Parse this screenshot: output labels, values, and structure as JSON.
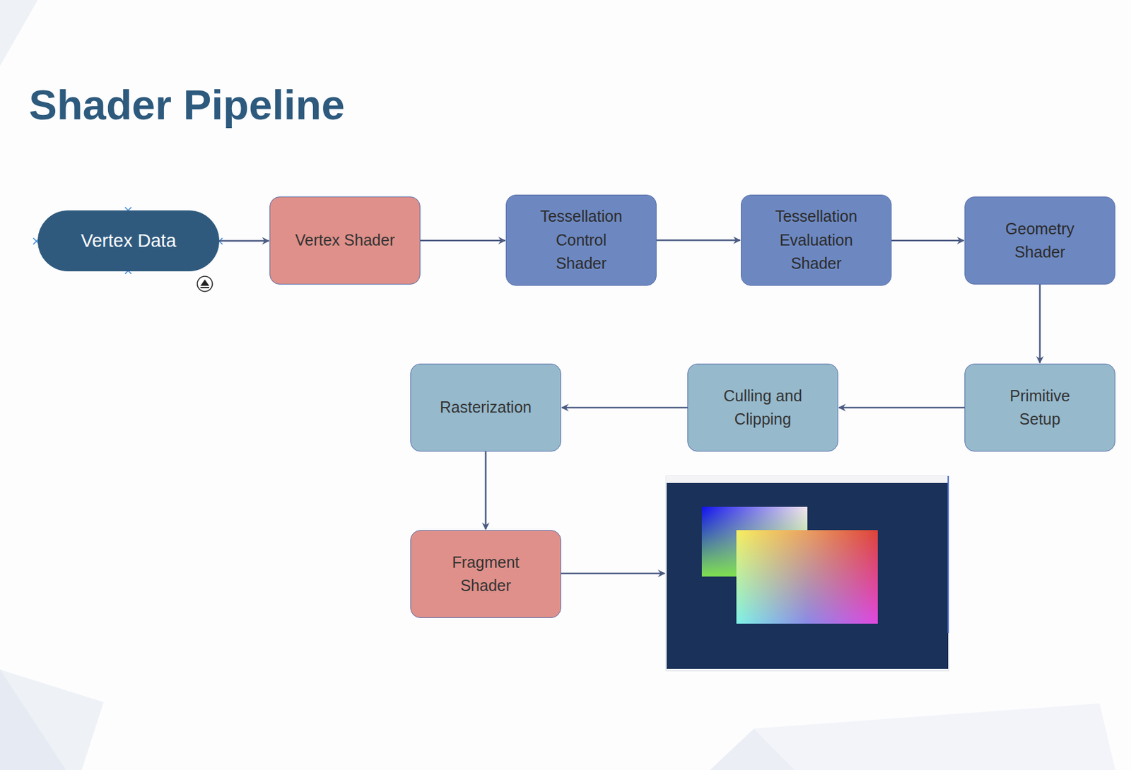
{
  "diagram": {
    "title": "Shader Pipeline",
    "nodes": [
      {
        "text": [
          "Vertex Data"
        ]
      },
      {
        "text": [
          "Vertex Shader"
        ]
      },
      {
        "text": [
          "Tessellation Control Shader"
        ]
      },
      {
        "text": [
          "Tessellation Evaluation Shader"
        ]
      },
      {
        "text": [
          "Geometry Shader"
        ]
      },
      {
        "text": [
          "Primitive Setup"
        ]
      },
      {
        "text": [
          "Culling and Clipping"
        ]
      },
      {
        "text": [
          "Rasterization"
        ]
      },
      {
        "text": [
          "Fragment Shader"
        ]
      }
    ],
    "edges": [
      {
        "from": 0,
        "to": 1,
        "arrow": "to"
      },
      {
        "from": 1,
        "to": 2,
        "arrow": "to"
      },
      {
        "from": 2,
        "to": 3,
        "arrow": "to"
      },
      {
        "from": 3,
        "to": 4,
        "arrow": "to"
      },
      {
        "from": 4,
        "to": 5,
        "arrow": "to"
      },
      {
        "from": 5,
        "to": 6,
        "arrow": "to"
      },
      {
        "from": 6,
        "to": 7,
        "arrow": "to"
      },
      {
        "from": 7,
        "to": 8,
        "arrow": "to"
      }
    ]
  }
}
